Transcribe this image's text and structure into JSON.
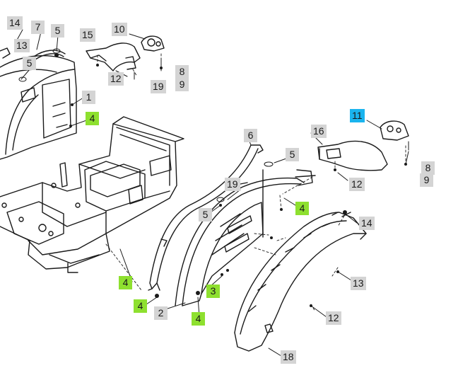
{
  "diagram": {
    "type": "exploded-parts-view",
    "colors": {
      "callout_gray": "#d4d4d4",
      "callout_green": "#8ee02f",
      "callout_blue": "#1ab4ee",
      "line": "#1a1a1a"
    },
    "callouts": [
      {
        "id": "c14a",
        "label": "14",
        "style": "gray"
      },
      {
        "id": "c7",
        "label": "7",
        "style": "gray"
      },
      {
        "id": "c5a",
        "label": "5",
        "style": "gray"
      },
      {
        "id": "c10",
        "label": "10",
        "style": "gray"
      },
      {
        "id": "c13a",
        "label": "13",
        "style": "gray"
      },
      {
        "id": "c15",
        "label": "15",
        "style": "gray"
      },
      {
        "id": "c5b",
        "label": "5",
        "style": "gray"
      },
      {
        "id": "c8a",
        "label": "8",
        "style": "gray"
      },
      {
        "id": "c12a",
        "label": "12",
        "style": "gray"
      },
      {
        "id": "c19a",
        "label": "19",
        "style": "gray"
      },
      {
        "id": "c9a",
        "label": "9",
        "style": "gray"
      },
      {
        "id": "c1",
        "label": "1",
        "style": "gray"
      },
      {
        "id": "c4a",
        "label": "4",
        "style": "green"
      },
      {
        "id": "c11",
        "label": "11",
        "style": "blue"
      },
      {
        "id": "c16",
        "label": "16",
        "style": "gray"
      },
      {
        "id": "c6",
        "label": "6",
        "style": "gray"
      },
      {
        "id": "c5c",
        "label": "5",
        "style": "gray"
      },
      {
        "id": "c8b",
        "label": "8",
        "style": "gray"
      },
      {
        "id": "c19b",
        "label": "19",
        "style": "gray"
      },
      {
        "id": "c12b",
        "label": "12",
        "style": "gray"
      },
      {
        "id": "c9b",
        "label": "9",
        "style": "gray"
      },
      {
        "id": "c4b",
        "label": "4",
        "style": "green"
      },
      {
        "id": "c5d",
        "label": "5",
        "style": "gray"
      },
      {
        "id": "c14b",
        "label": "14",
        "style": "gray"
      },
      {
        "id": "c4c",
        "label": "4",
        "style": "green"
      },
      {
        "id": "c3",
        "label": "3",
        "style": "green"
      },
      {
        "id": "c13b",
        "label": "13",
        "style": "gray"
      },
      {
        "id": "c4d",
        "label": "4",
        "style": "green"
      },
      {
        "id": "c2",
        "label": "2",
        "style": "gray"
      },
      {
        "id": "c4e",
        "label": "4",
        "style": "green"
      },
      {
        "id": "c12c",
        "label": "12",
        "style": "gray"
      },
      {
        "id": "c18",
        "label": "18",
        "style": "gray"
      }
    ]
  }
}
